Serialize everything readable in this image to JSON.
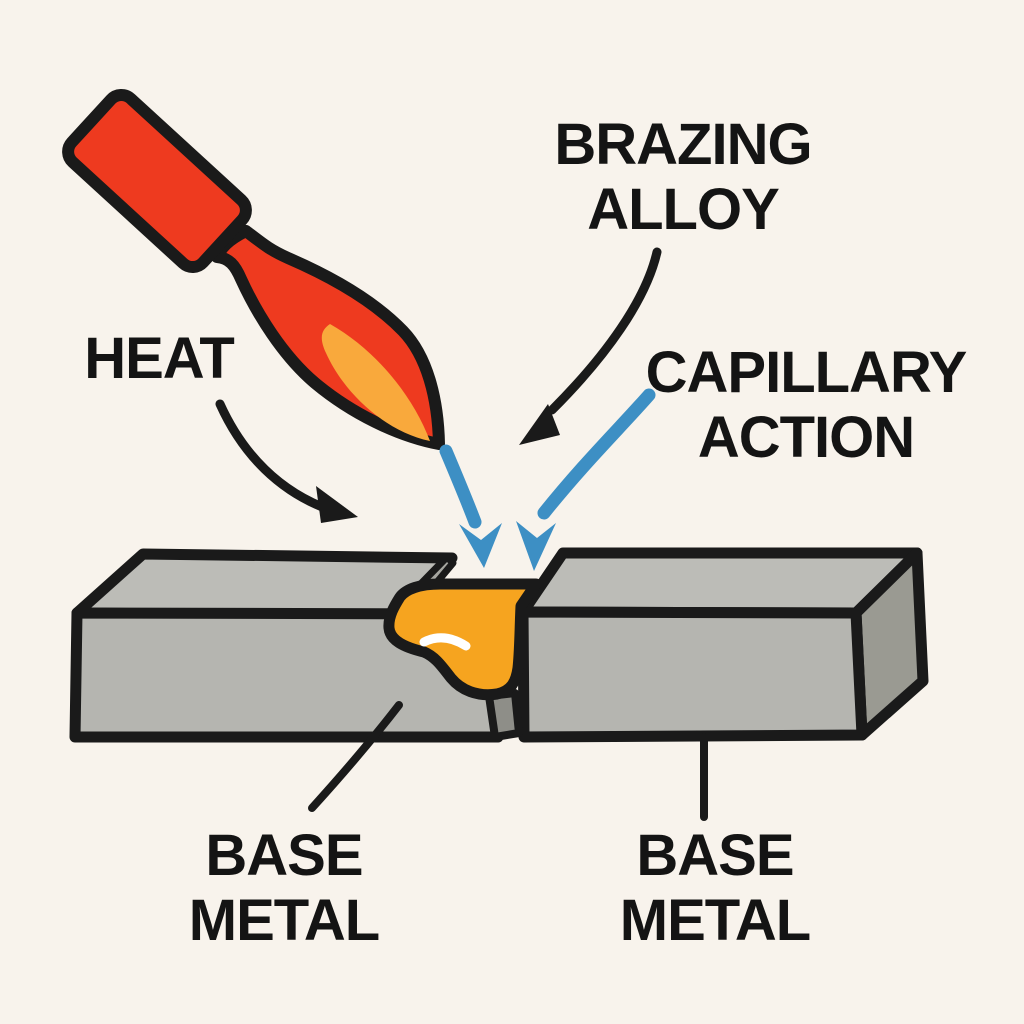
{
  "labels": {
    "heat": "HEAT",
    "brazing_alloy_line1": "BRAZING",
    "brazing_alloy_line2": "ALLOY",
    "capillary_action_line1": "CAPILLARY",
    "capillary_action_line2": "ACTION",
    "base_metal_left_line1": "BASE",
    "base_metal_left_line2": "METAL",
    "base_metal_right_line1": "BASE",
    "base_metal_right_line2": "METAL"
  },
  "colors": {
    "background": "#f8f3ec",
    "outline": "#1a1a1a",
    "label_text": "#141414",
    "torch_red": "#ee3a1f",
    "flame_inner_orange": "#f9a93c",
    "alloy_orange": "#f6a41f",
    "capillary_blue": "#3d8fc4",
    "metal_top_gray": "#bcbcb7",
    "metal_front_gray": "#b5b5b0",
    "metal_side_gray": "#9a9a92",
    "metal_chamfer_gray": "#a6a6a0",
    "joint_gap_gray": "#8e8e88",
    "highlight_white": "#ffffff"
  },
  "icons": {
    "torch": "torch-flame-icon",
    "heat_arrow": "curved-arrow-down-right-icon",
    "brazing_alloy_arrow": "curved-arrow-down-left-icon",
    "capillary_arrow_left": "curved-arrow-down-icon",
    "capillary_arrow_right": "curved-arrow-down-left-icon",
    "leader_line_left": "diagonal-leader-line-icon",
    "leader_line_right": "vertical-leader-line-icon"
  },
  "scene_description": "Brazing diagram: torch heats joint between two base metal blocks; brazing alloy drawn into gap by capillary action"
}
